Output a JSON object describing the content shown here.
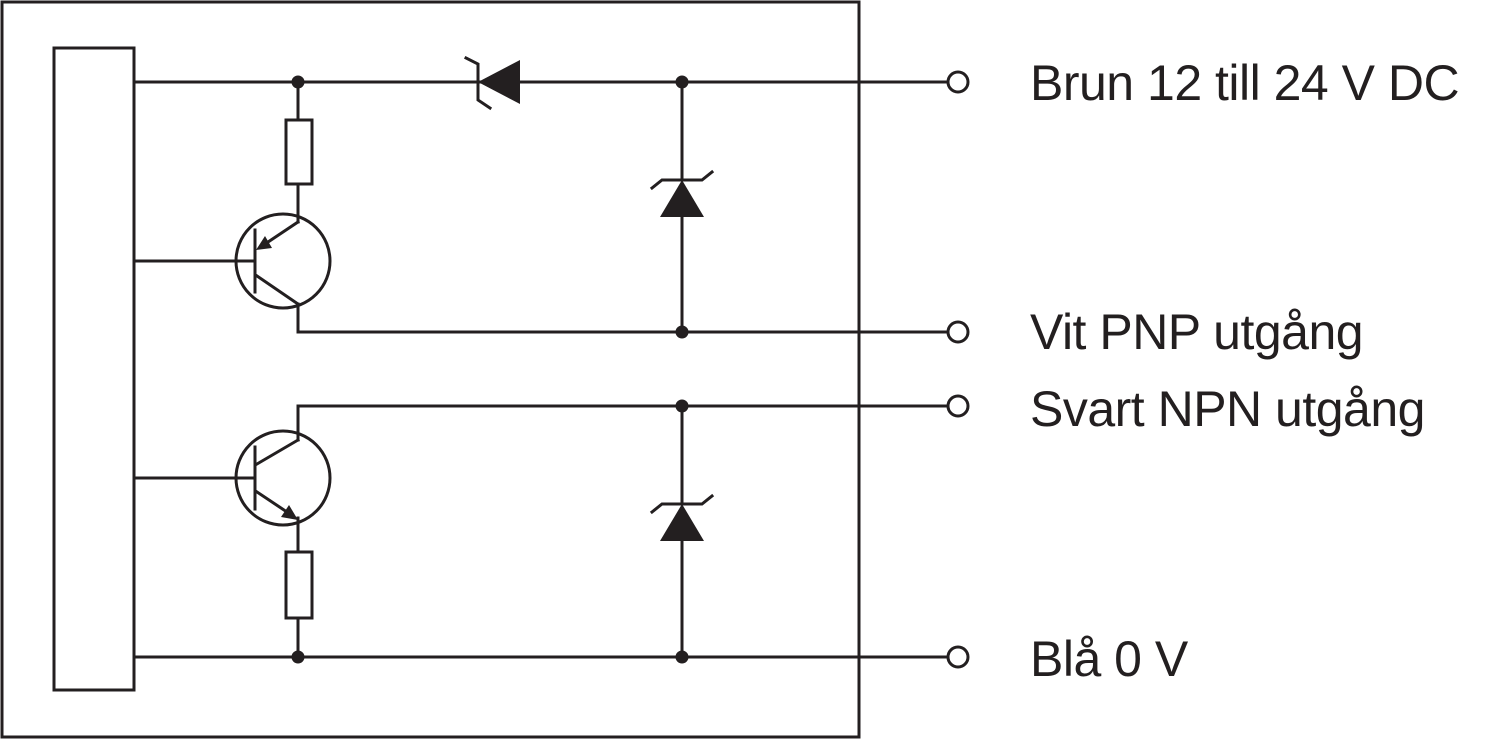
{
  "colors": {
    "line": "#231f20",
    "background": "#ffffff"
  },
  "terminals": [
    {
      "id": "brown",
      "label": "Brun 12 till 24 V DC"
    },
    {
      "id": "white",
      "label": "Vit PNP utgång"
    },
    {
      "id": "black",
      "label": "Svart NPN utgång"
    },
    {
      "id": "blue",
      "label": "Blå 0 V"
    }
  ],
  "components": {
    "transistors": [
      "pnp-transistor",
      "npn-transistor"
    ],
    "resistors": [
      "collector-resistor-pnp",
      "emitter-resistor-npn"
    ],
    "diodes": [
      "reverse-polarity-diode",
      "zener-diode-pnp-output",
      "zener-diode-npn-output"
    ]
  }
}
